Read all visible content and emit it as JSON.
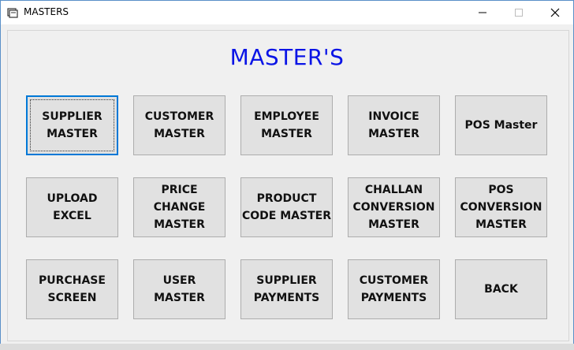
{
  "window": {
    "title": "MASTERS"
  },
  "heading": "MASTER'S",
  "buttons": [
    {
      "label": "SUPPLIER\nMASTER"
    },
    {
      "label": "CUSTOMER\nMASTER"
    },
    {
      "label": "EMPLOYEE\nMASTER"
    },
    {
      "label": "INVOICE\nMASTER"
    },
    {
      "label": "POS Master"
    },
    {
      "label": "UPLOAD\nEXCEL"
    },
    {
      "label": "PRICE\nCHANGE\nMASTER"
    },
    {
      "label": "PRODUCT\nCODE MASTER"
    },
    {
      "label": "CHALLAN\nCONVERSION\nMASTER"
    },
    {
      "label": "POS\nCONVERSION\nMASTER"
    },
    {
      "label": "PURCHASE\nSCREEN"
    },
    {
      "label": "USER\nMASTER"
    },
    {
      "label": "SUPPLIER\nPAYMENTS"
    },
    {
      "label": "CUSTOMER\nPAYMENTS"
    },
    {
      "label": "BACK"
    }
  ],
  "colors": {
    "heading": "#0a14e6",
    "focus_border": "#0078d7",
    "button_face": "#e1e1e1"
  }
}
